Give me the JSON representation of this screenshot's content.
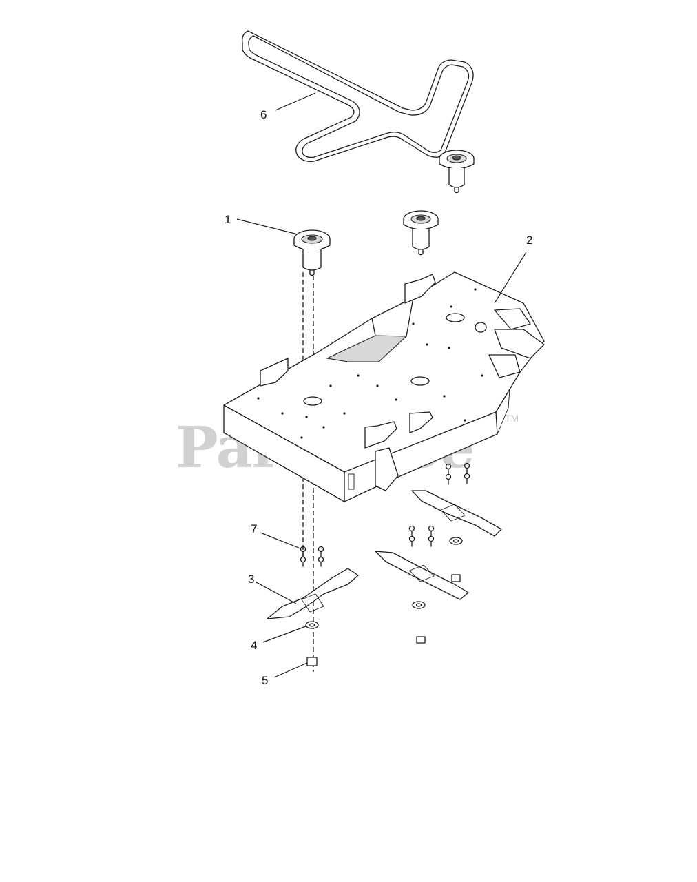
{
  "watermark": {
    "text": "PartsTree",
    "trademark": "TM"
  },
  "callouts": [
    {
      "id": "1",
      "label": "1",
      "part": "spindle-assembly"
    },
    {
      "id": "2",
      "label": "2",
      "part": "mower-deck"
    },
    {
      "id": "3",
      "label": "3",
      "part": "blade"
    },
    {
      "id": "4",
      "label": "4",
      "part": "washer"
    },
    {
      "id": "5",
      "label": "5",
      "part": "nut"
    },
    {
      "id": "6",
      "label": "6",
      "part": "belt"
    },
    {
      "id": "7",
      "label": "7",
      "part": "bolt"
    }
  ],
  "colors": {
    "ink": "#1a1a1a",
    "background": "#ffffff",
    "watermark": "#c9c9c9"
  }
}
